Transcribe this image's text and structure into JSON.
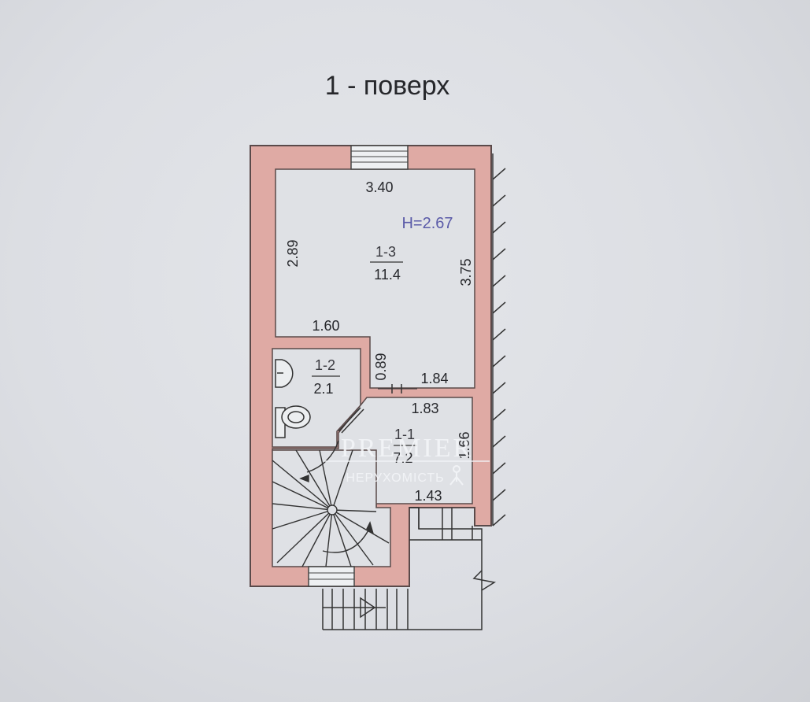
{
  "plan": {
    "title": "1 - поверх",
    "ceiling_height": "H=2.67",
    "rooms": [
      {
        "code": "1-3",
        "area": "11.4"
      },
      {
        "code": "1-2",
        "area": "2.1"
      },
      {
        "code": "1-1",
        "area": "7.2"
      }
    ],
    "dimensions": {
      "top_width": "3.40",
      "left_height": "2.89",
      "right_height": "3.75",
      "partition_width": "1.60",
      "passage_width": "0.89",
      "hall_top_right": "1.84",
      "hall_top": "1.83",
      "hall_right": "1.66",
      "hall_bottom": "1.43"
    }
  },
  "watermark": {
    "brand": "PREMIER",
    "subtitle": "НЕРУХОМІСТЬ"
  },
  "colors": {
    "wall": "#dfaaa4",
    "wall_outline": "#5a4a4a",
    "paper": "#dcdee3",
    "text": "#26272b",
    "height_text": "#5a5aa8"
  }
}
